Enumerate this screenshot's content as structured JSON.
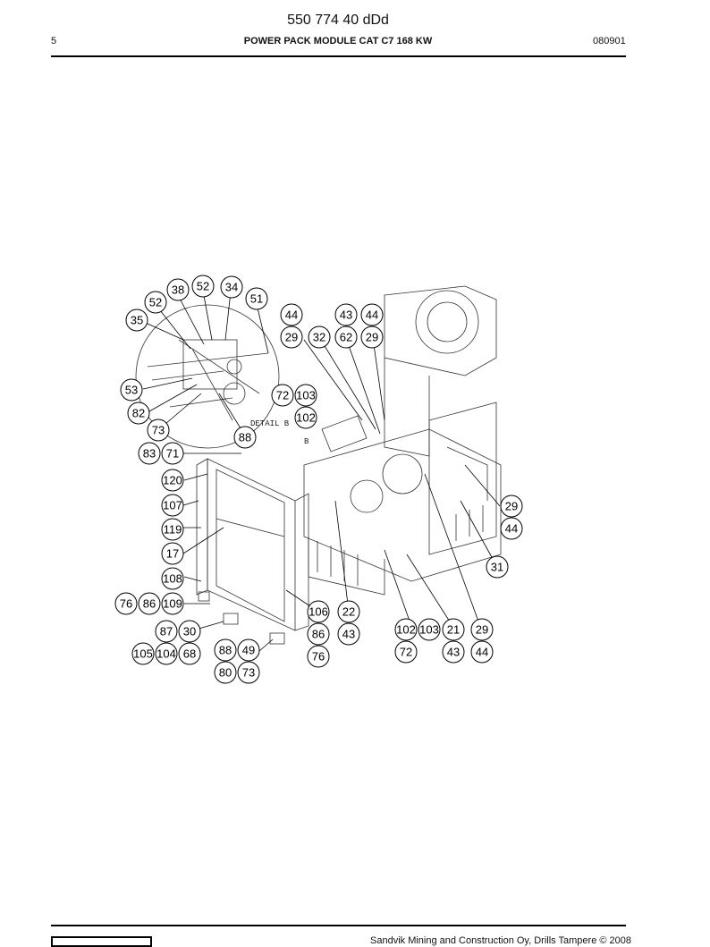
{
  "header": {
    "doc_number": "550 774 40 dDd",
    "page_number": "5",
    "title": "POWER PACK MODULE CAT C7 168 KW",
    "revision": "080901"
  },
  "drawing": {
    "detail_label": "DETAIL B",
    "detail_marker": "B",
    "callouts": [
      "52",
      "38",
      "52",
      "34",
      "35",
      "51",
      "44",
      "43",
      "44",
      "29",
      "32",
      "62",
      "29",
      "53",
      "72",
      "103",
      "82",
      "102",
      "73",
      "88",
      "83",
      "71",
      "120",
      "107",
      "119",
      "17",
      "108",
      "76",
      "86",
      "109",
      "87",
      "30",
      "105",
      "104",
      "68",
      "88",
      "49",
      "80",
      "73",
      "106",
      "86",
      "76",
      "22",
      "43",
      "102",
      "103",
      "21",
      "29",
      "72",
      "43",
      "44",
      "29",
      "44",
      "31"
    ]
  },
  "footer": {
    "copyright": "Sandvik Mining and Construction Oy, Drills Tampere © 2008"
  }
}
